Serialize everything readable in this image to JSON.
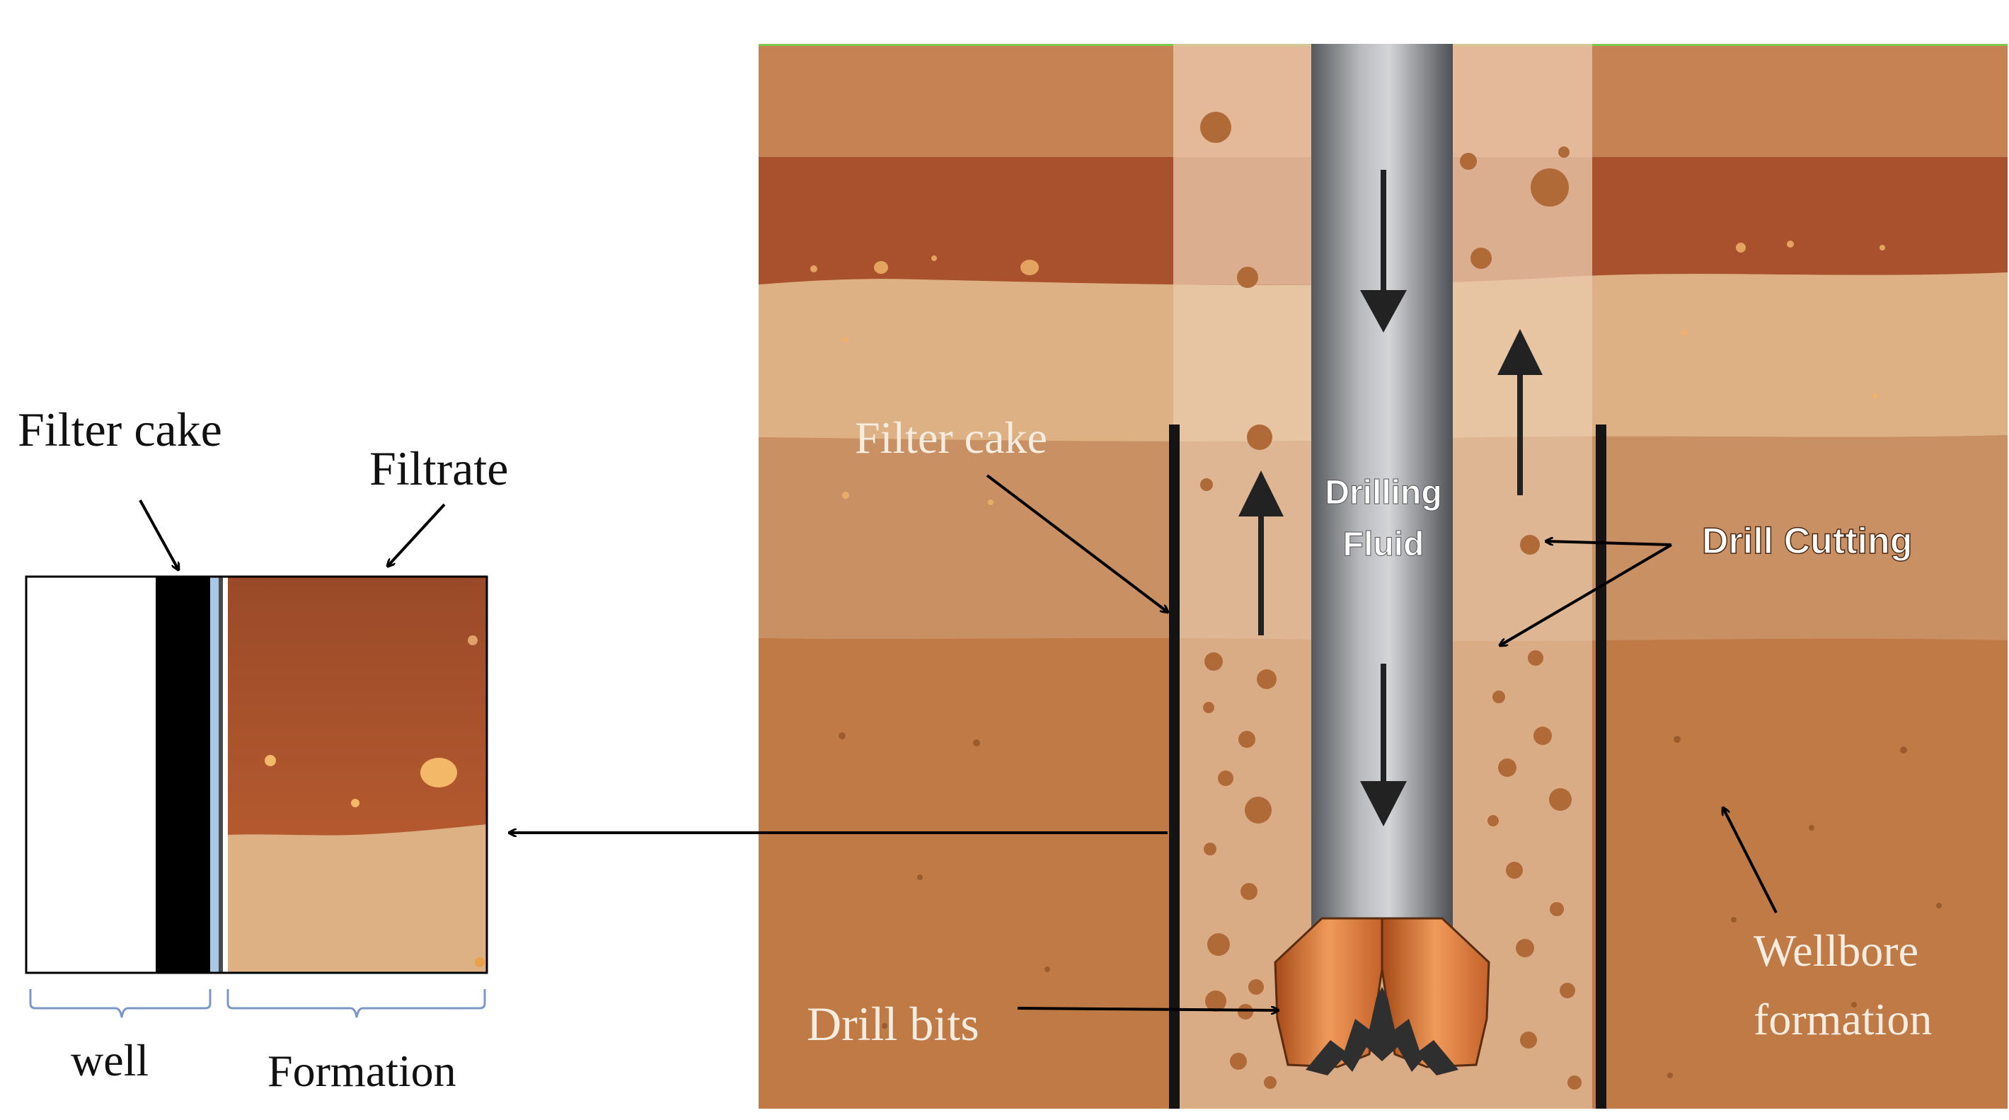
{
  "left_panel": {
    "filter_cake_label": "Filter cake",
    "filtrate_label": "Filtrate",
    "well_label": "well",
    "formation_label": "Formation"
  },
  "right_panel": {
    "filter_cake_label": "Filter cake",
    "drilling_fluid_line1": "Drilling",
    "drilling_fluid_line2": "Fluid",
    "drill_cutting_label": "Drill Cutting",
    "drill_bits_label": "Drill bits",
    "wellbore_line1": "Wellbore",
    "wellbore_line2": "formation"
  },
  "colors": {
    "formation_dark": "#a5522e",
    "formation_mid": "#c07a45",
    "formation_light": "#ddb184",
    "borehole_fluid": "#efd6bc",
    "pipe": "#8f9296",
    "bit": "#d7773a",
    "filter_cake": "#000000",
    "filtrate_film": "#a8c8e8",
    "annotation_text_light": "#f6ece0"
  }
}
